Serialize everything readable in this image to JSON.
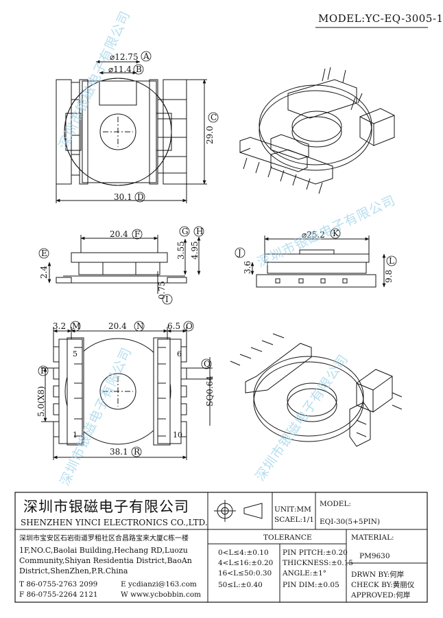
{
  "model_header": "MODEL:YC-EQ-3005-1",
  "watermark": "深圳市银磁电子有限公司",
  "views": {
    "top": {
      "dims": [
        "⌀12.75",
        "⌀11.4",
        "29.0",
        "30.1"
      ],
      "labels": [
        "A",
        "B",
        "C",
        "D"
      ]
    },
    "side": {
      "dims": [
        "20.4",
        "3.55",
        "4.95",
        "2.4",
        "0.75"
      ],
      "labels": [
        "F",
        "G",
        "H",
        "E",
        "I"
      ]
    },
    "right": {
      "dims": [
        "⌀25.2",
        "3.6",
        "9.8"
      ],
      "labels": [
        "K",
        "J",
        "L"
      ]
    },
    "bottom": {
      "dims": [
        "3.2",
        "20.4",
        "6.5",
        "5.0(X8)",
        "SQ0.64",
        "38.1"
      ],
      "labels": [
        "M",
        "N",
        "O",
        "P",
        "Q",
        "R"
      ],
      "pins": [
        "5",
        "1",
        "6",
        "10"
      ]
    }
  },
  "title_block": {
    "company_cn": "深圳市银磁电子有限公司",
    "company_en": "SHENZHEN YINCI ELECTRONICS CO.,LTD.",
    "address_cn": "深圳市宝安区石岩街道罗租社区合昌路宝来大厦C栋一楼",
    "address_en": [
      "1F,NO.C,Baolai Building,Hechang RD,Luozu",
      "Community,Shiyan Residentia District,BaoAn",
      "District,ShenZhen,P.R.China"
    ],
    "tel": "T 86-0755-2763 2099",
    "fax": "F 86-0755-2264 2121",
    "email": "E ycdianzi@163.com",
    "web": "W www.ycbobbin.com",
    "unit": "UNIT:MM",
    "scale": "SCAEL:1/1",
    "model_label": "MODEL:",
    "model_value": "EQI-30(5+5PIN)",
    "tolerance_title": "TOLERANCE",
    "tolerances": [
      "0<L≤4:±0.10",
      "4<L≤16:±0.20",
      "16<L≤50:0.30",
      "50≤L:±0.40"
    ],
    "pin_tols": [
      "PIN PITCH:±0.20",
      "THICKNESS:±0.15",
      "ANGLE:±1°",
      "PIN DIM:±0.05"
    ],
    "material_label": "MATERIAL:",
    "material_value": "PM9630",
    "drawn": "DRWN BY:何岸",
    "check": "CHECK BY:黄丽仪",
    "approved": "APPROVED:何岸"
  }
}
